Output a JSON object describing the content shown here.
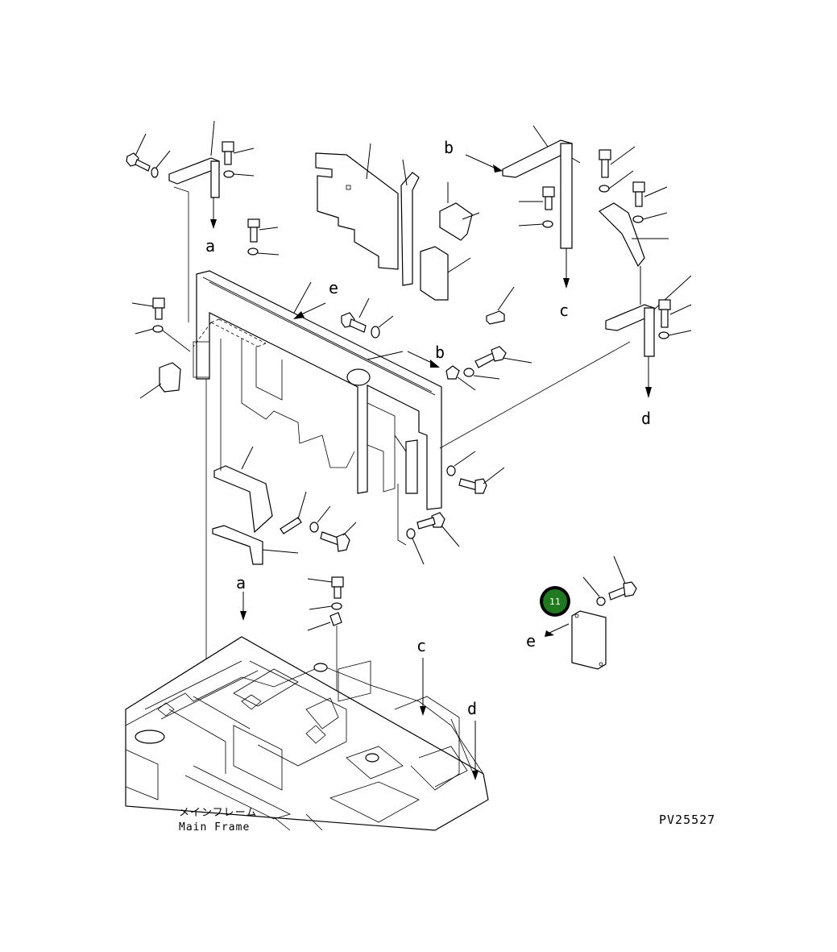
{
  "labels": {
    "a_top": "a",
    "a_bottom": "a",
    "b_top": "b",
    "b_mid": "b",
    "c_top": "c",
    "c_bottom": "c",
    "d_top": "d",
    "d_bottom": "d",
    "e_top": "e",
    "e_right": "e"
  },
  "main_frame": {
    "japanese": "メインフレーム",
    "english": "Main Frame"
  },
  "drawing_code": "PV25527",
  "badge": {
    "number": "11",
    "color": "#1f7a1f",
    "ring_color": "#000000"
  }
}
